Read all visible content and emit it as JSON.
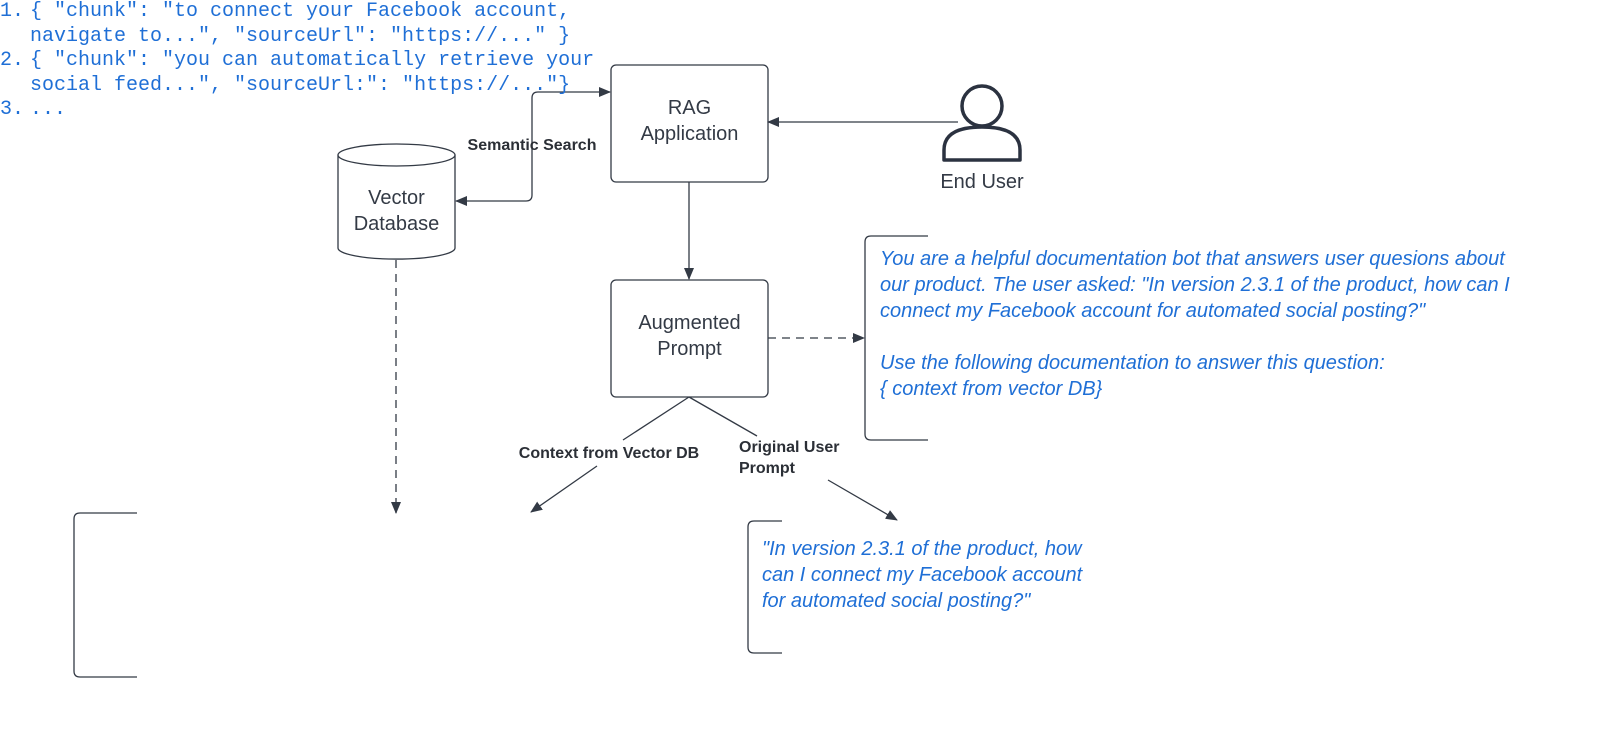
{
  "nodes": {
    "rag_app": {
      "line1": "RAG",
      "line2": "Application"
    },
    "vector_db": {
      "line1": "Vector",
      "line2": "Database"
    },
    "end_user": {
      "label": "End User"
    },
    "augmented_prompt": {
      "line1": "Augmented",
      "line2": "Prompt"
    }
  },
  "edges": {
    "semantic_search": "Semantic Search",
    "context_from_db": "Context from Vector DB",
    "original_prompt_line1": "Original User",
    "original_prompt_line2": "Prompt"
  },
  "notes": {
    "system_prompt": "You are a helpful documentation bot that answers user quesions about our product. The user asked: \"In version 2.3.1 of the product, how can I connect my Facebook account for automated social posting?\"\n\nUse the following documentation to answer this question:\n{ context from vector DB}",
    "user_prompt": "\"In version 2.3.1 of the product, how can I connect my Facebook account for automated social posting?\"",
    "chunks": [
      {
        "num": "1.",
        "text": "{ \"chunk\": \"to connect your Facebook account, navigate to...\", \"sourceUrl\": \"https://...\" }"
      },
      {
        "num": "2.",
        "text": "{ \"chunk\": \"you can automatically retrieve your social feed...\", \"sourceUrl:\": \"https://...\"}"
      },
      {
        "num": "3.",
        "text": "..."
      }
    ]
  },
  "colors": {
    "stroke": "#333a45",
    "note_text": "#1f6fd6"
  }
}
